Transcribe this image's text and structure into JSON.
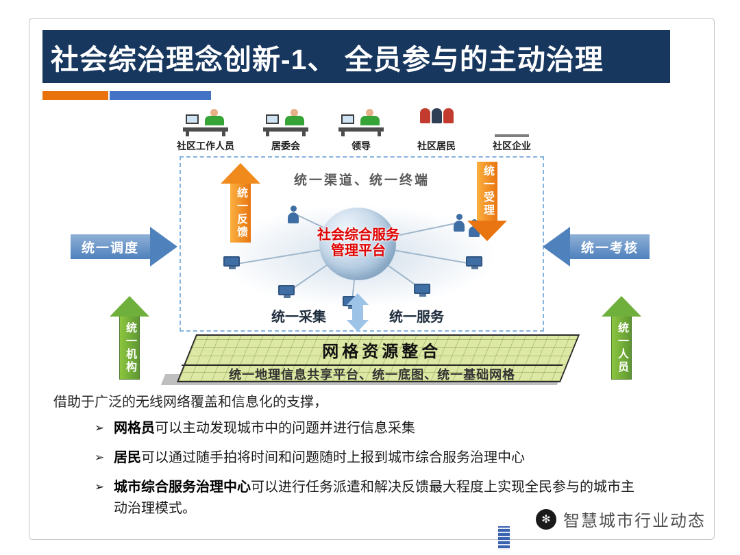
{
  "title": "社会综治理念创新-1、 全员参与的主动治理",
  "colors": {
    "title_bg": "#17375E",
    "accent_orange": "#E8730C",
    "accent_blue": "#4472C4",
    "arrow_orange": "#F08A1D",
    "arrow_blue": "#4F81BD",
    "arrow_green": "#6FAF3C",
    "platform_red": "#E00000",
    "grid_green": "#DCE8A4"
  },
  "actors": [
    {
      "label": "社区工作人员",
      "icon": "desk-worker-icon"
    },
    {
      "label": "居委会",
      "icon": "desk-worker-icon"
    },
    {
      "label": "领导",
      "icon": "desk-worker-icon"
    },
    {
      "label": "社区居民",
      "icon": "people-group-icon"
    },
    {
      "label": "社区企业",
      "icon": "buildings-icon"
    }
  ],
  "diagram": {
    "channel_text": "统一渠道、统一终端",
    "platform": {
      "line1": "社会综合服务",
      "line2": "管理平台"
    },
    "arrows": {
      "feedback": "统一反馈",
      "accept": "统一受理",
      "dispatch": "统一调度",
      "assess": "统一考核",
      "organization": "统一机构",
      "personnel": "统一人员"
    },
    "collect": "统一采集",
    "service": "统一服务",
    "grid": {
      "title": "网格资源整合",
      "subtitle": "统一地理信息共享平台、统一底图、统一基础网格"
    }
  },
  "body": {
    "intro": "借助于广泛的无线网络覆盖和信息化的支撑，",
    "bullet_marker": "➢",
    "bullets": [
      {
        "bold": "网格员",
        "rest": "可以主动发现城市中的问题并进行信息采集"
      },
      {
        "bold": "居民",
        "rest": "可以通过随手拍将时间和问题随时上报到城市综合服务治理中心"
      },
      {
        "bold": "城市综合服务治理中心",
        "rest": "可以进行任务派遣和解决反馈最大程度上实现全民参与的城市主动治理模式。"
      }
    ]
  },
  "watermark": {
    "logo_glyph": "✻",
    "text": "智慧城市行业动态"
  }
}
